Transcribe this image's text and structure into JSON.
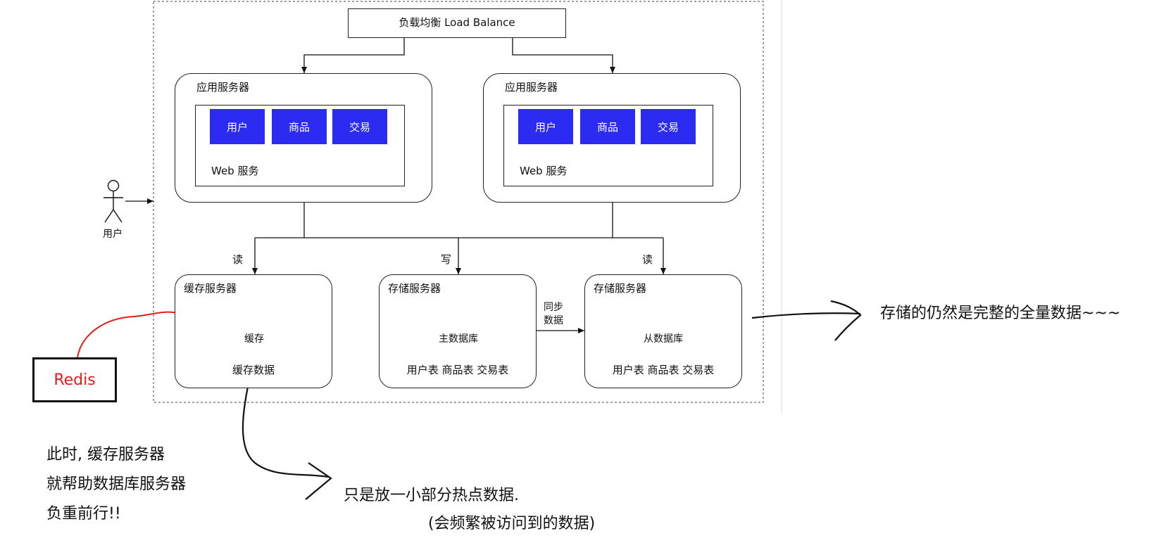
{
  "load_balancer": "负载均衡 Load Balance",
  "app_servers": [
    {
      "title": "应用服务器",
      "services": [
        "用户",
        "商品",
        "交易"
      ],
      "web": "Web 服务"
    },
    {
      "title": "应用服务器",
      "services": [
        "用户",
        "商品",
        "交易"
      ],
      "web": "Web 服务"
    }
  ],
  "user_label": "用户",
  "edge_labels": {
    "read_left": "读",
    "write": "写",
    "read_right": "读",
    "sync": "同步\n数据"
  },
  "cache_server": {
    "title": "缓存服务器",
    "db": "缓存",
    "caption": "缓存数据"
  },
  "master_server": {
    "title": "存储服务器",
    "db": "主数据库",
    "caption": "用户表 商品表 交易表"
  },
  "slave_server": {
    "title": "存储服务器",
    "db": "从数据库",
    "caption": "用户表 商品表 交易表"
  },
  "annotations": {
    "redis": "Redis",
    "note_left": [
      "此时, 缓存服务器",
      "就帮助数据库服务器",
      "负重前行!!"
    ],
    "note_cache": "只是放一小部分热点数据.",
    "note_cache_sub": "(会频繁被访问到的数据)",
    "note_storage": "存储的仍然是完整的全量数据~~~"
  },
  "colors": {
    "service_fill": "#2b2bf2",
    "redis_text": "#e51c1c"
  }
}
